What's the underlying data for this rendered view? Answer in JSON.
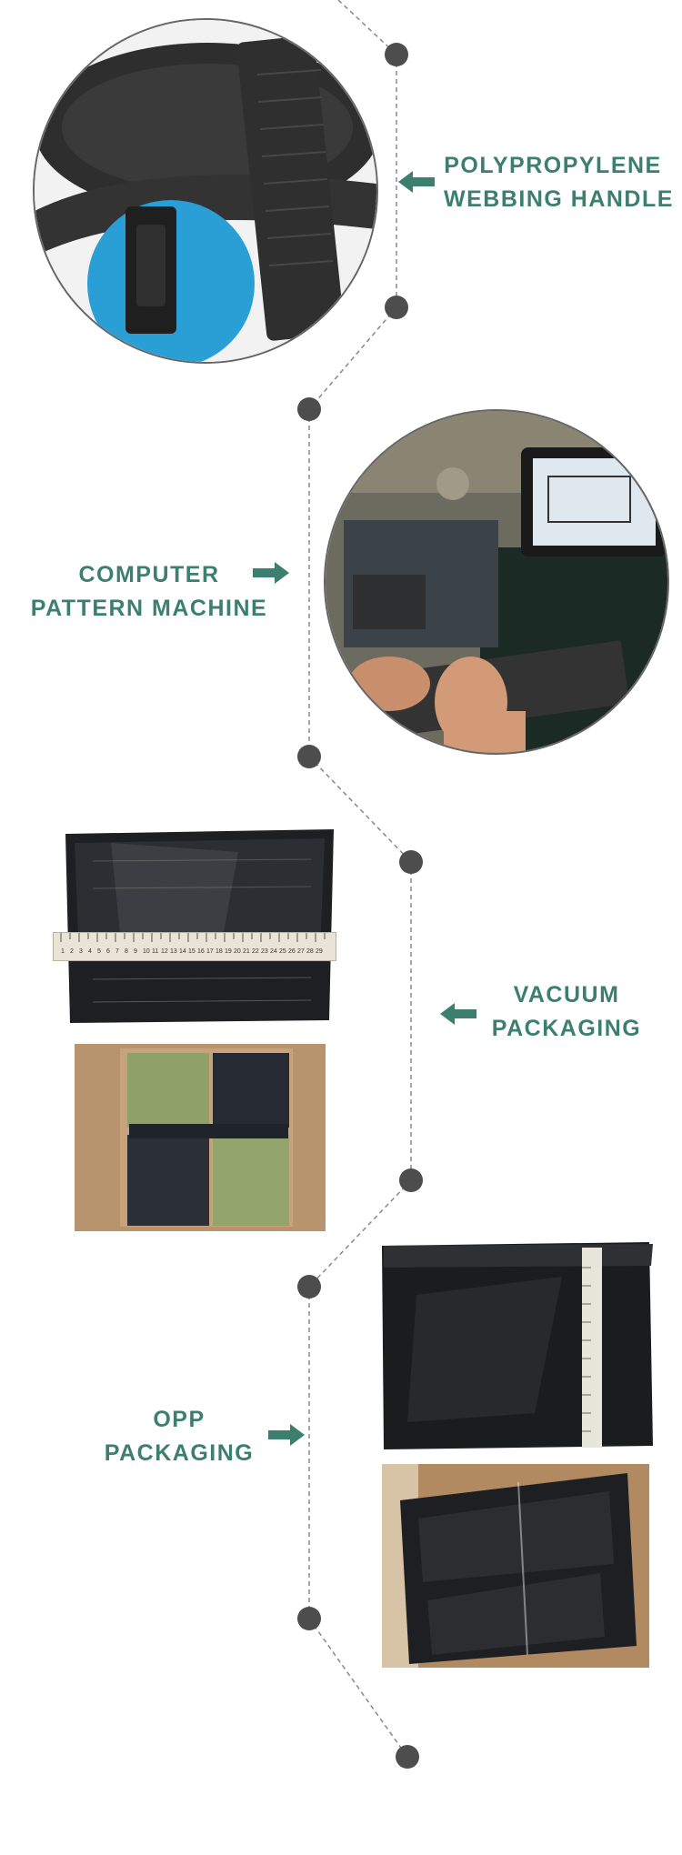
{
  "sections": [
    {
      "label_line1": "POLYPROPYLENE",
      "label_line2": "WEBBING HANDLE"
    },
    {
      "label_line1": "COMPUTER",
      "label_line2": "PATTERN MACHINE"
    },
    {
      "label_line1": "VACUUM",
      "label_line2": "PACKAGING"
    },
    {
      "label_line1": "OPP",
      "label_line2": "PACKAGING"
    }
  ],
  "ruler_numbers": [
    "1",
    "2",
    "3",
    "4",
    "5",
    "6",
    "7",
    "8",
    "9",
    "10",
    "11",
    "12",
    "13",
    "14",
    "15",
    "16",
    "17",
    "18",
    "19",
    "20",
    "21",
    "22",
    "23",
    "24",
    "25",
    "26",
    "27",
    "28",
    "29"
  ],
  "colors": {
    "accent": "#3d7f6f",
    "dot": "#4d4d4d"
  }
}
